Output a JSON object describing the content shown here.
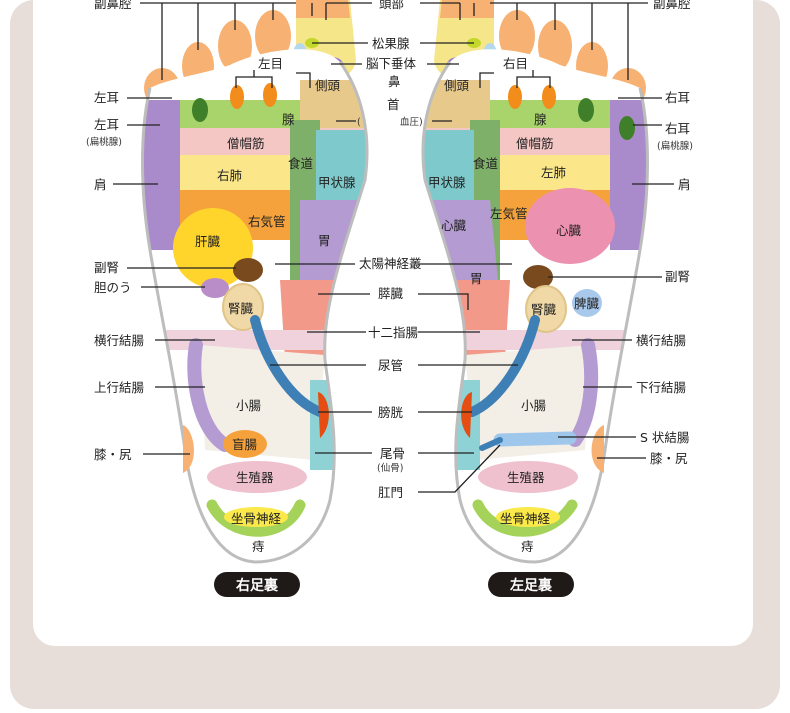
{
  "colors": {
    "background": "#e7ddd9",
    "panel": "#ffffff",
    "foot_outline": "#bdbdbd",
    "badge": "#1f1a18"
  },
  "right_foot": {
    "caption": "右足裏",
    "zones": {
      "side_head": "側頭",
      "left_eye": "左目",
      "gland": "腺",
      "trapezius": "僧帽筋",
      "lung": "右肺",
      "esophagus": "食道",
      "thyroid": "甲状腺",
      "bronchus": "右気管",
      "liver": "肝臓",
      "stomach": "胃",
      "kidney": "腎臓",
      "small_intestine": "小腸",
      "cecum": "盲腸",
      "reproductive": "生殖器",
      "sciatic": "坐骨神経",
      "hemorrhoid": "痔"
    },
    "labels": {
      "sinus": "副鼻腔",
      "ear": "左耳",
      "ear2": "左耳",
      "ear2_sub": "(扁桃腺)",
      "shoulder": "肩",
      "adrenal": "副腎",
      "gallbladder": "胆のう",
      "transverse_colon": "横行結腸",
      "ascending_colon": "上行結腸",
      "knee_hip": "膝・尻"
    }
  },
  "left_foot": {
    "caption": "左足裏",
    "zones": {
      "side_head": "側頭",
      "right_eye": "右目",
      "gland": "腺",
      "trapezius": "僧帽筋",
      "lung": "左肺",
      "esophagus": "食道",
      "thyroid": "甲状腺",
      "bronchus": "左気管",
      "heart_small": "心臓",
      "heart": "心臓",
      "stomach": "胃",
      "kidney": "腎臓",
      "spleen": "脾臓",
      "small_intestine": "小腸",
      "reproductive": "生殖器",
      "sciatic": "坐骨神経",
      "hemorrhoid": "痔"
    },
    "labels": {
      "sinus": "副鼻腔",
      "ear": "右耳",
      "ear2": "右耳",
      "ear2_sub": "(扁桃腺)",
      "shoulder": "肩",
      "adrenal": "副腎",
      "transverse_colon": "横行結腸",
      "descending_colon": "下行結腸",
      "sigmoid_colon": "S 状結腸",
      "knee_hip": "膝・尻"
    }
  },
  "center_labels": {
    "head": "頭部",
    "pineal": "松果腺",
    "pituitary": "脳下垂体",
    "nose": "鼻",
    "neck": "首",
    "neck_left_fragment": "(",
    "neck_right_fragment": "血圧)",
    "solar_plexus": "太陽神経叢",
    "pancreas": "膵臓",
    "duodenum": "十二指腸",
    "ureter": "尿管",
    "bladder": "膀胱",
    "coccyx": "尾骨",
    "coccyx_sub": "(仙骨)",
    "anus": "肛門"
  }
}
